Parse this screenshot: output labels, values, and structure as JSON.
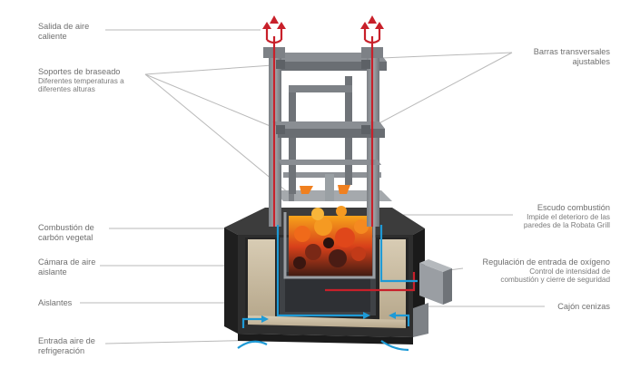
{
  "labels": {
    "salida_aire": {
      "title": [
        "Salida de aire",
        "caliente"
      ],
      "sub": []
    },
    "soportes": {
      "title": [
        "Soportes de braseado"
      ],
      "sub": [
        "Diferentes temperaturas a",
        "diferentes alturas"
      ]
    },
    "combustion": {
      "title": [
        "Combustión de",
        "carbón vegetal"
      ],
      "sub": []
    },
    "camara": {
      "title": [
        "Cámara de aire",
        "aislante"
      ],
      "sub": []
    },
    "aislantes": {
      "title": [
        "Aislantes"
      ],
      "sub": []
    },
    "entrada_aire": {
      "title": [
        "Entrada aire de",
        "refrigeración"
      ],
      "sub": []
    },
    "barras": {
      "title": [
        "Barras transversales",
        "ajustables"
      ],
      "sub": []
    },
    "escudo": {
      "title": [
        "Escudo combustión"
      ],
      "sub": [
        "Impide el deterioro de las",
        "paredes de la Robata Grill"
      ]
    },
    "regulacion": {
      "title": [
        "Regulación de entrada de oxígeno"
      ],
      "sub": [
        "Control de intensidad de",
        "combustión y cierre de seguridad"
      ]
    },
    "cajon": {
      "title": [
        "Cajón cenizas"
      ],
      "sub": []
    }
  },
  "colors": {
    "hot_air": "#c8202a",
    "cool_air": "#1e9ad6",
    "steel": "#8e9297",
    "steel_dark": "#5d6166",
    "body": "#2b2b2b",
    "insulation": "#cbbda3",
    "fire": "#e8501a",
    "label_text": "#6f6f6f",
    "leader": "#b7b7b7"
  }
}
